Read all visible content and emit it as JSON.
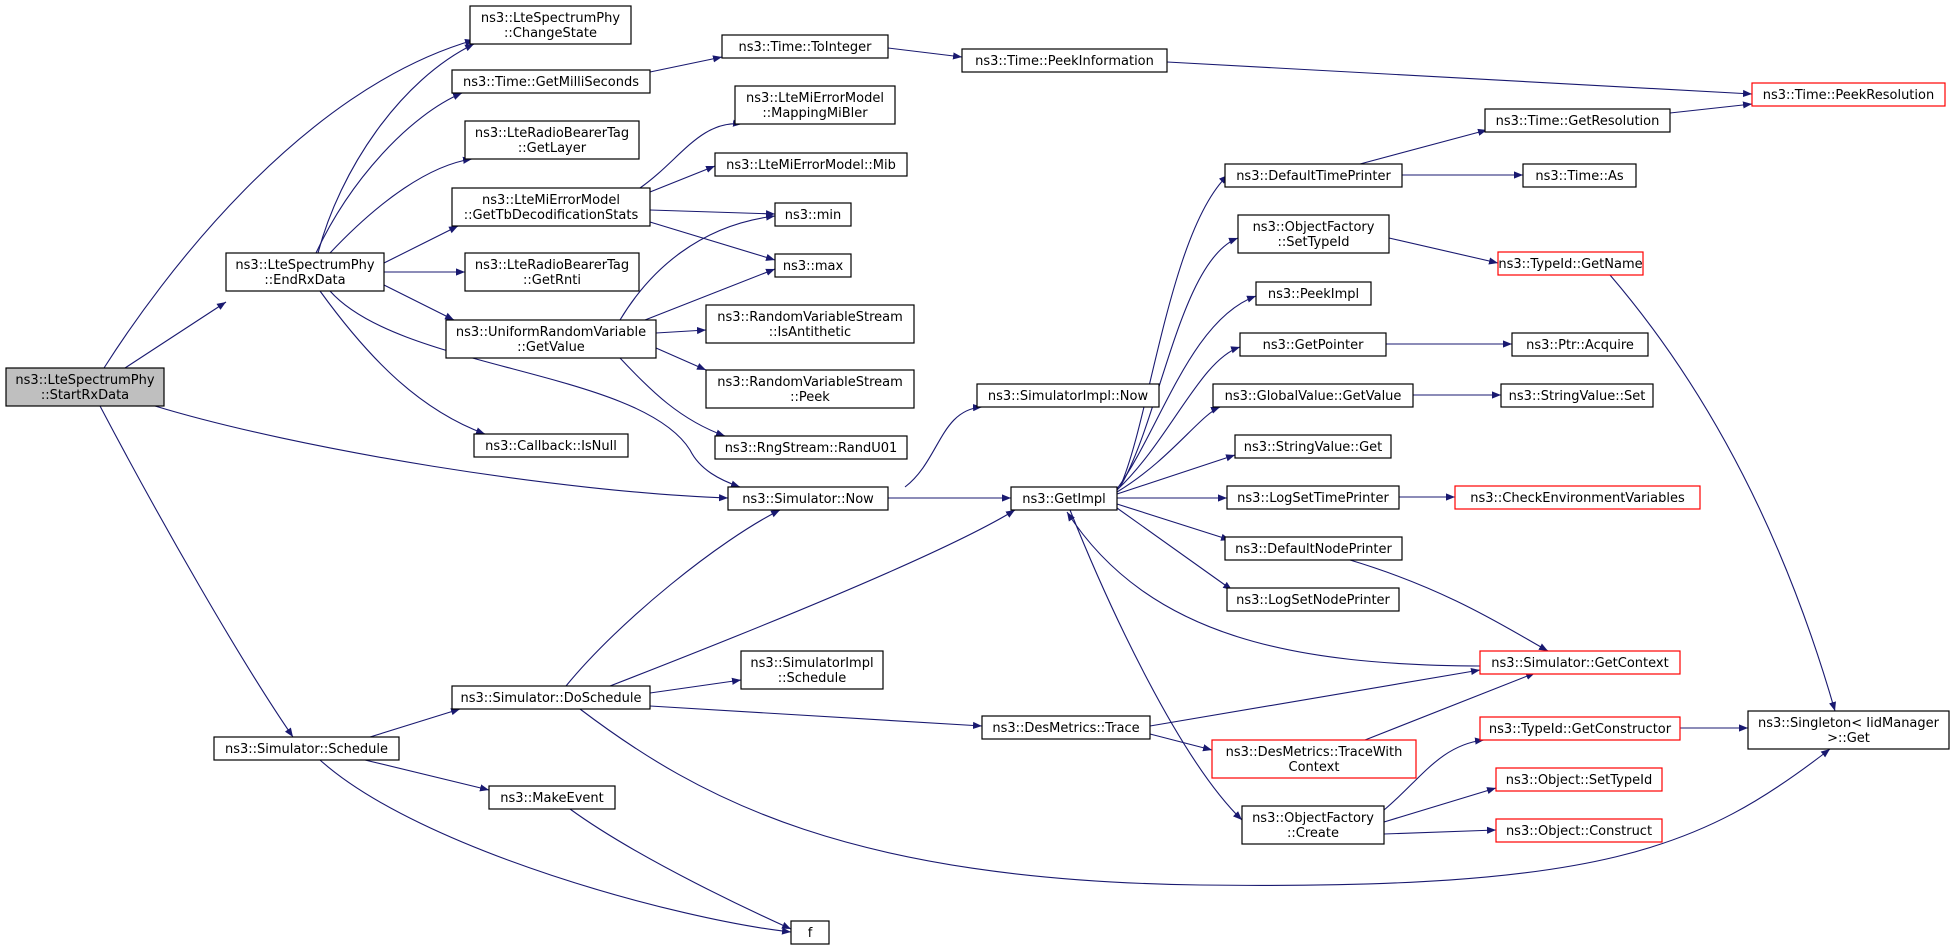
{
  "colors": {
    "edge": "#191970",
    "normal_border": "#000000",
    "red_border": "#ff0000",
    "root_fill": "#bfbfbf"
  },
  "nodes": [
    {
      "id": "startrx",
      "lines": [
        "ns3::LteSpectrumPhy",
        "::StartRxData"
      ],
      "style": "root"
    },
    {
      "id": "endrx",
      "lines": [
        "ns3::LteSpectrumPhy",
        "::EndRxData"
      ],
      "style": "normal"
    },
    {
      "id": "schedule",
      "lines": [
        "ns3::Simulator::Schedule"
      ],
      "style": "normal"
    },
    {
      "id": "changestate",
      "lines": [
        "ns3::LteSpectrumPhy",
        "::ChangeState"
      ],
      "style": "normal"
    },
    {
      "id": "getmilli",
      "lines": [
        "ns3::Time::GetMilliSeconds"
      ],
      "style": "normal"
    },
    {
      "id": "getlayer",
      "lines": [
        "ns3::LteRadioBearerTag",
        "::GetLayer"
      ],
      "style": "normal"
    },
    {
      "id": "gettbdec",
      "lines": [
        "ns3::LteMiErrorModel",
        "::GetTbDecodificationStats"
      ],
      "style": "normal"
    },
    {
      "id": "getrnti",
      "lines": [
        "ns3::LteRadioBearerTag",
        "::GetRnti"
      ],
      "style": "normal"
    },
    {
      "id": "urvgetvalue",
      "lines": [
        "ns3::UniformRandomVariable",
        "::GetValue"
      ],
      "style": "normal"
    },
    {
      "id": "isnull",
      "lines": [
        "ns3::Callback::IsNull"
      ],
      "style": "normal"
    },
    {
      "id": "simnow",
      "lines": [
        "ns3::Simulator::Now"
      ],
      "style": "normal"
    },
    {
      "id": "doschedule",
      "lines": [
        "ns3::Simulator::DoSchedule"
      ],
      "style": "normal"
    },
    {
      "id": "makeevent",
      "lines": [
        "ns3::MakeEvent"
      ],
      "style": "normal"
    },
    {
      "id": "f",
      "lines": [
        "f"
      ],
      "style": "normal"
    },
    {
      "id": "tointeger",
      "lines": [
        "ns3::Time::ToInteger"
      ],
      "style": "normal"
    },
    {
      "id": "mappingmibler",
      "lines": [
        "ns3::LteMiErrorModel",
        "::MappingMiBler"
      ],
      "style": "normal"
    },
    {
      "id": "mib",
      "lines": [
        "ns3::LteMiErrorModel::Mib"
      ],
      "style": "normal"
    },
    {
      "id": "min",
      "lines": [
        "ns3::min"
      ],
      "style": "normal"
    },
    {
      "id": "max",
      "lines": [
        "ns3::max"
      ],
      "style": "normal"
    },
    {
      "id": "isantithetic",
      "lines": [
        "ns3::RandomVariableStream",
        "::IsAntithetic"
      ],
      "style": "normal"
    },
    {
      "id": "peek",
      "lines": [
        "ns3::RandomVariableStream",
        "::Peek"
      ],
      "style": "normal"
    },
    {
      "id": "randu01",
      "lines": [
        "ns3::RngStream::RandU01"
      ],
      "style": "normal"
    },
    {
      "id": "simimplnow",
      "lines": [
        "ns3::SimulatorImpl::Now"
      ],
      "style": "normal"
    },
    {
      "id": "simimplschedule",
      "lines": [
        "ns3::SimulatorImpl",
        "::Schedule"
      ],
      "style": "normal"
    },
    {
      "id": "destrace",
      "lines": [
        "ns3::DesMetrics::Trace"
      ],
      "style": "normal"
    },
    {
      "id": "peekinfo",
      "lines": [
        "ns3::Time::PeekInformation"
      ],
      "style": "normal"
    },
    {
      "id": "getimpl",
      "lines": [
        "ns3::GetImpl"
      ],
      "style": "normal"
    },
    {
      "id": "defaulttimeprinter",
      "lines": [
        "ns3::DefaultTimePrinter"
      ],
      "style": "normal"
    },
    {
      "id": "ofsettypeid",
      "lines": [
        "ns3::ObjectFactory",
        "::SetTypeId"
      ],
      "style": "normal"
    },
    {
      "id": "peekimpl",
      "lines": [
        "ns3::PeekImpl"
      ],
      "style": "normal"
    },
    {
      "id": "getpointer",
      "lines": [
        "ns3::GetPointer"
      ],
      "style": "normal"
    },
    {
      "id": "gvgetvalue",
      "lines": [
        "ns3::GlobalValue::GetValue"
      ],
      "style": "normal"
    },
    {
      "id": "svget",
      "lines": [
        "ns3::StringValue::Get"
      ],
      "style": "normal"
    },
    {
      "id": "logsettimeprinter",
      "lines": [
        "ns3::LogSetTimePrinter"
      ],
      "style": "normal"
    },
    {
      "id": "defaultnodeprinter",
      "lines": [
        "ns3::DefaultNodePrinter"
      ],
      "style": "normal"
    },
    {
      "id": "logsetnodeprinter",
      "lines": [
        "ns3::LogSetNodePrinter"
      ],
      "style": "normal"
    },
    {
      "id": "simgetcontext",
      "lines": [
        "ns3::Simulator::GetContext"
      ],
      "style": "red"
    },
    {
      "id": "tracewithcontext",
      "lines": [
        "ns3::DesMetrics::TraceWith",
        "Context"
      ],
      "style": "red"
    },
    {
      "id": "ofcreate",
      "lines": [
        "ns3::ObjectFactory",
        "::Create"
      ],
      "style": "normal"
    },
    {
      "id": "getresolution",
      "lines": [
        "ns3::Time::GetResolution"
      ],
      "style": "normal"
    },
    {
      "id": "timeas",
      "lines": [
        "ns3::Time::As"
      ],
      "style": "normal"
    },
    {
      "id": "peekresolution",
      "lines": [
        "ns3::Time::PeekResolution"
      ],
      "style": "red"
    },
    {
      "id": "typeidgetname",
      "lines": [
        "ns3::TypeId::GetName"
      ],
      "style": "red"
    },
    {
      "id": "ptracquire",
      "lines": [
        "ns3::Ptr::Acquire"
      ],
      "style": "normal"
    },
    {
      "id": "svset",
      "lines": [
        "ns3::StringValue::Set"
      ],
      "style": "normal"
    },
    {
      "id": "checkenv",
      "lines": [
        "ns3::CheckEnvironmentVariables"
      ],
      "style": "red"
    },
    {
      "id": "typeidgetconstructor",
      "lines": [
        "ns3::TypeId::GetConstructor"
      ],
      "style": "red"
    },
    {
      "id": "objsettypeid",
      "lines": [
        "ns3::Object::SetTypeId"
      ],
      "style": "red"
    },
    {
      "id": "objconstruct",
      "lines": [
        "ns3::Object::Construct"
      ],
      "style": "red"
    },
    {
      "id": "singletonget",
      "lines": [
        "ns3::Singleton< IidManager",
        ">::Get"
      ],
      "style": "normal"
    }
  ]
}
